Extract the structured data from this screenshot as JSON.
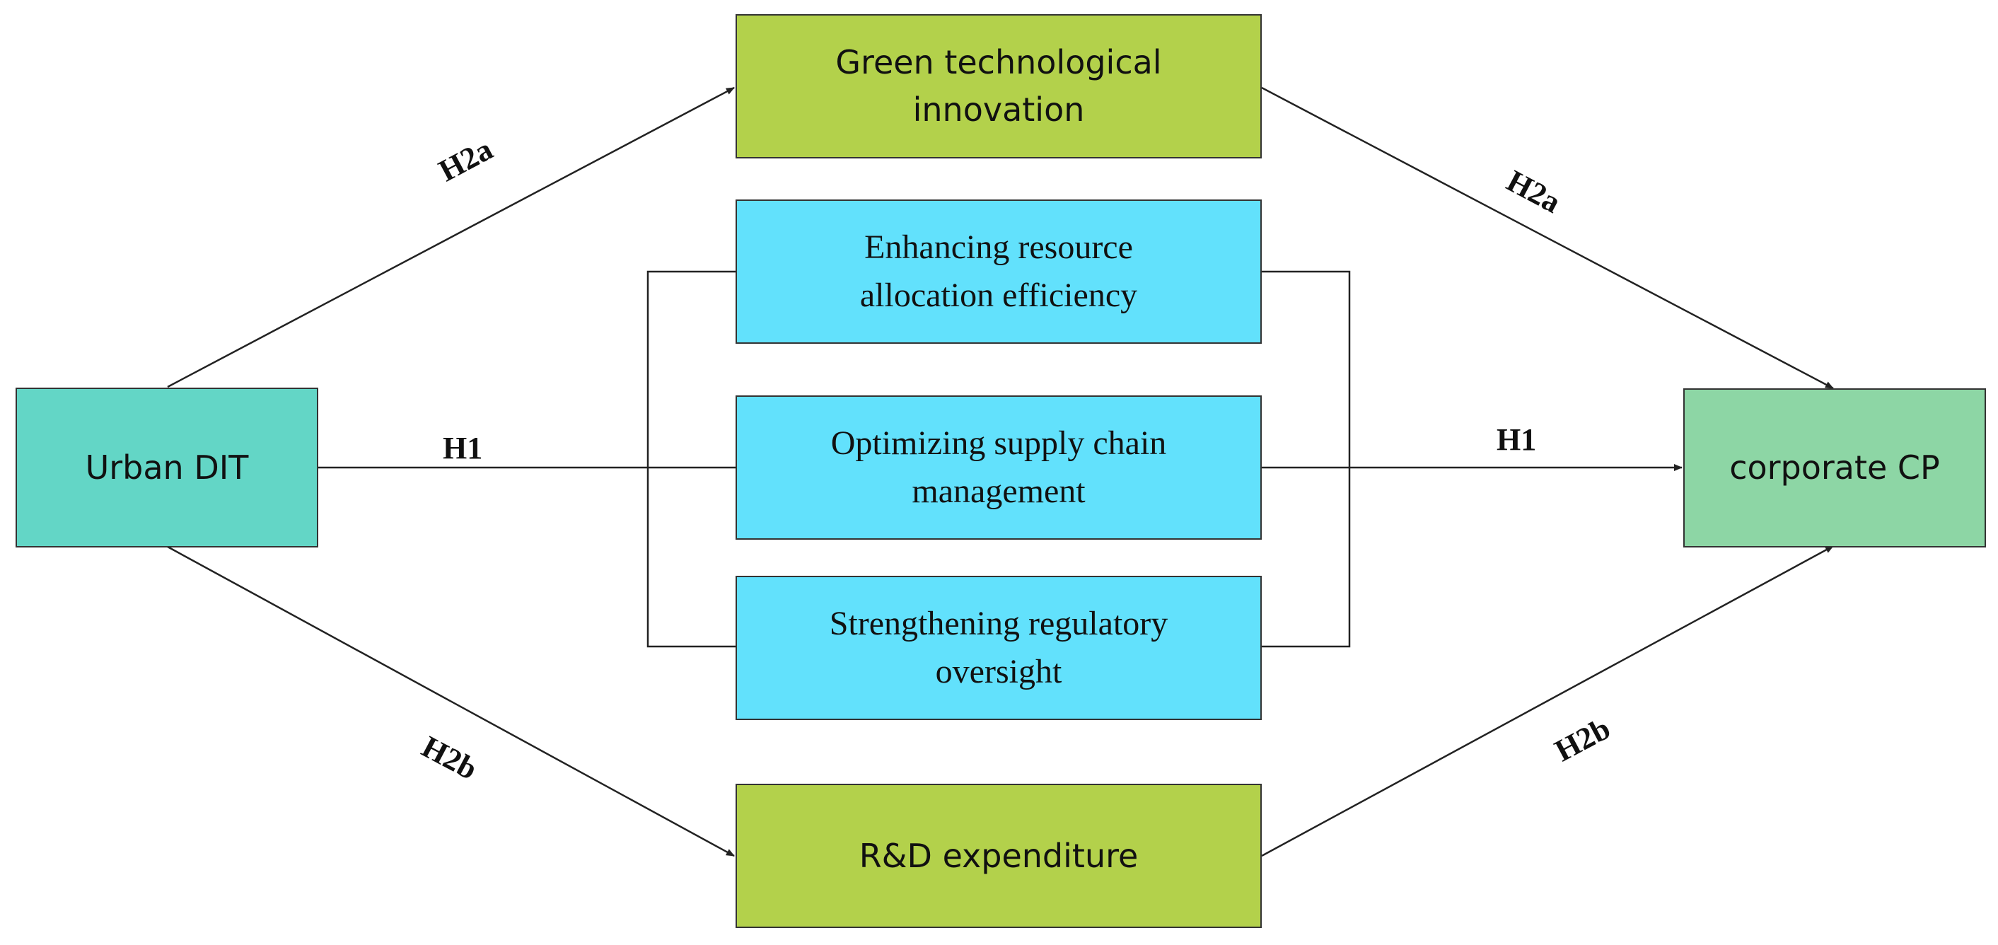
{
  "colors": {
    "source": "#63d6c6",
    "target": "#8dd6a5",
    "mediator": "#b3d14b",
    "mechanism": "#62e1fc",
    "line": "#222222"
  },
  "nodes": {
    "urban_dit": "Urban DIT",
    "corporate_cp": "corporate CP",
    "green_innovation": "Green technological\ninnovation",
    "resource_allocation": "Enhancing resource\nallocation efficiency",
    "supply_chain": "Optimizing supply chain\nmanagement",
    "regulatory": "Strengthening regulatory\noversight",
    "rd_expenditure": "R&D expenditure"
  },
  "edges": {
    "h1_left": "H1",
    "h1_right": "H1",
    "h2a_left": "H2a",
    "h2a_right": "H2a",
    "h2b_left": "H2b",
    "h2b_right": "H2b"
  }
}
